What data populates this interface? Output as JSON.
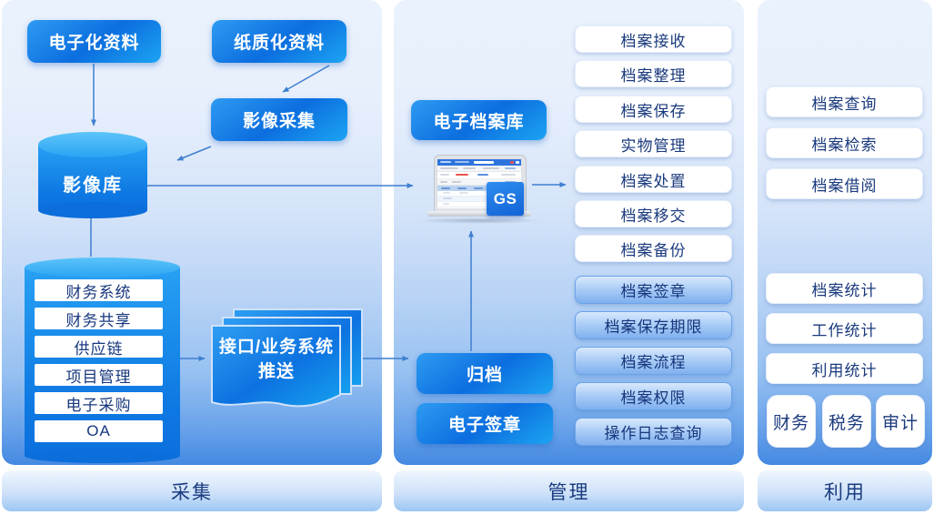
{
  "panels": {
    "collection": {
      "label": "采集",
      "electronic_materials": "电子化资料",
      "paper_materials": "纸质化资料",
      "image_capture": "影像采集",
      "image_library": "影像库",
      "systems": [
        "财务系统",
        "财务共享",
        "供应链",
        "项目管理",
        "电子采购",
        "OA"
      ],
      "interface_push": "接口/业务系统推送"
    },
    "management": {
      "label": "管理",
      "e_archive_library": "电子档案库",
      "laptop_logo": "GS",
      "archive": "归档",
      "e_signature": "电子签章",
      "white_functions": [
        "档案接收",
        "档案整理",
        "档案保存",
        "实物管理",
        "档案处置",
        "档案移交",
        "档案备份"
      ],
      "blue_functions": [
        "档案签章",
        "档案保存期限",
        "档案流程",
        "档案权限",
        "操作日志查询"
      ]
    },
    "utilization": {
      "label": "利用",
      "query": [
        "档案查询",
        "档案检索",
        "档案借阅"
      ],
      "stats": [
        "档案统计",
        "工作统计",
        "利用统计"
      ],
      "departments": [
        "财务",
        "税务",
        "审计"
      ]
    }
  },
  "colors": {
    "primary_blue": "#0d6fdf",
    "sky_blue": "#1ca4f2",
    "panel_bottom_blue": "#4489e2",
    "light_button_blue": "#a9ccf6",
    "text_navy": "#1a3a7d"
  }
}
